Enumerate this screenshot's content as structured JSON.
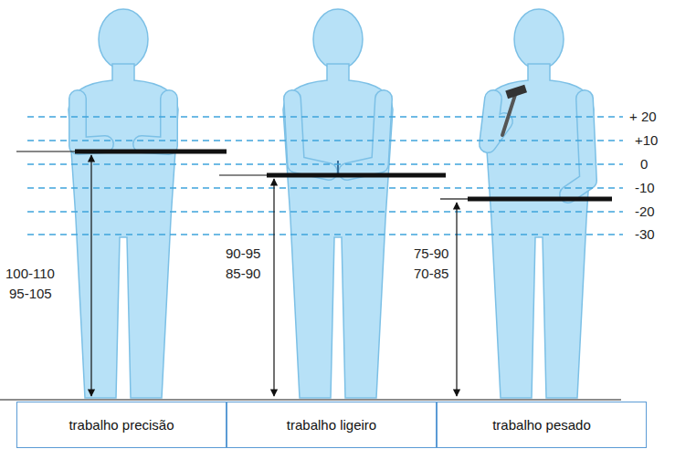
{
  "diagram": {
    "nodes": [
      {
        "text": [
          "trabalho precisão"
        ]
      },
      {
        "text": [
          "trabalho ligeiro"
        ]
      },
      {
        "text": [
          "trabalho pesado"
        ]
      }
    ],
    "labels": [
      "+ 20",
      "+10",
      "0",
      "-10",
      "-20",
      "-30",
      "100-110",
      "95-105",
      "90-95",
      "85-90",
      "75-90",
      "70-85"
    ]
  }
}
